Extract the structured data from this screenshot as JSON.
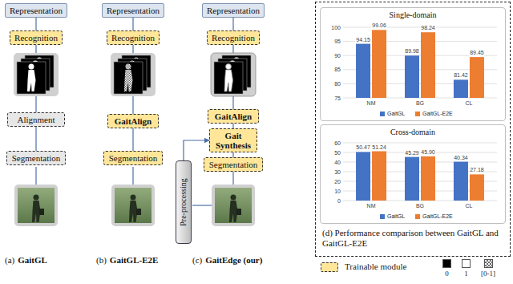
{
  "diagram": {
    "nodes": [
      {
        "text": [
          "Representation"
        ]
      },
      {
        "text": [
          "Recognition"
        ]
      },
      {
        "text": [
          "Alignment"
        ]
      },
      {
        "text": [
          "Segmentation"
        ]
      },
      {
        "text": [
          "Representation"
        ]
      },
      {
        "text": [
          "Recognition"
        ]
      },
      {
        "text": [
          "GaitAlign"
        ]
      },
      {
        "text": [
          "Segmentation"
        ]
      },
      {
        "text": [
          "Representation"
        ]
      },
      {
        "text": [
          "Recognition"
        ]
      },
      {
        "text": [
          "GaitAlign"
        ]
      },
      {
        "text": [
          "Gait Synthesis"
        ]
      },
      {
        "text": [
          "Segmentation"
        ]
      },
      {
        "text": [
          "Pre-processing"
        ]
      },
      {
        "text": [
          "(d) Performance comparison between GaitGL and GaitGL-E2E"
        ]
      },
      {
        "text": [
          "Single-domain"
        ],
        "in": 14
      },
      {
        "text": [
          "Cross-domain"
        ],
        "in": 14
      }
    ],
    "edges": [
      {
        "from": 3,
        "to": 2,
        "arrow": "none"
      },
      {
        "from": 2,
        "to": 1,
        "arrow": "none"
      },
      {
        "from": 1,
        "to": 0,
        "arrow": "none"
      },
      {
        "from": 7,
        "to": 6,
        "arrow": "none"
      },
      {
        "from": 6,
        "to": 5,
        "arrow": "none"
      },
      {
        "from": 5,
        "to": 4,
        "arrow": "none"
      },
      {
        "from": 12,
        "to": 11,
        "arrow": "none"
      },
      {
        "from": 11,
        "to": 10,
        "arrow": "none"
      },
      {
        "from": 10,
        "to": 9,
        "arrow": "none"
      },
      {
        "from": 9,
        "to": 8,
        "arrow": "none"
      },
      {
        "from": 13,
        "to": 11,
        "arrow": "to"
      }
    ],
    "labels": [
      "(a)",
      "GaitGL",
      "(b)",
      "GaitGL-E2E",
      "(c)",
      "GaitEdge (our)",
      "100",
      "95",
      "90",
      "85",
      "80",
      "75",
      "NM",
      "BG",
      "CL",
      "94.15",
      "99.06",
      "89.98",
      "98.24",
      "81.42",
      "89.45",
      "60",
      "50",
      "40",
      "30",
      "20",
      "10",
      "0",
      "NM",
      "BG",
      "CL",
      "50.47",
      "51.24",
      "45.29",
      "45.90",
      "40.34",
      "27.18"
    ],
    "legend": [
      {
        "text": "GaitGL",
        "color": "#4472c4"
      },
      {
        "text": "GaitGL-E2E",
        "color": "#ed7d31"
      },
      {
        "text": "GaitGL",
        "color": "#4472c4"
      },
      {
        "text": "GaitGL-E2E",
        "color": "#ed7d31"
      },
      {
        "text": "Trainable module"
      },
      {
        "text": "0",
        "color": "#000000"
      },
      {
        "text": "1",
        "color": "#ffffff"
      },
      {
        "text": "[0-1]"
      }
    ]
  }
}
